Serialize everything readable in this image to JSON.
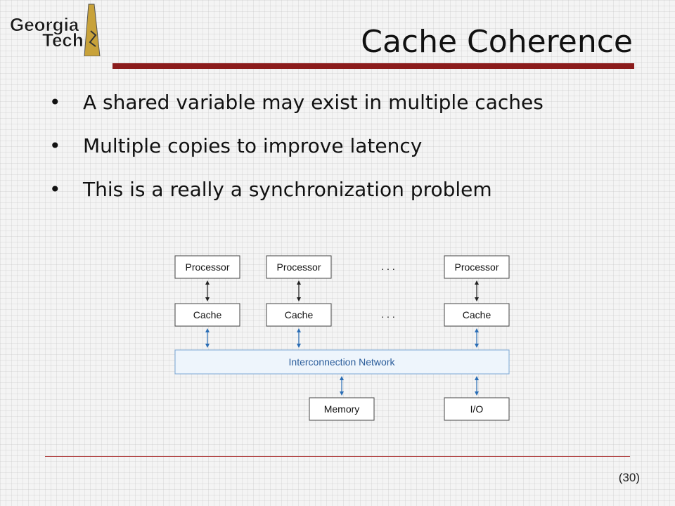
{
  "logo": {
    "line1": "Georgia",
    "line2": "Tech"
  },
  "slide": {
    "title": "Cache Coherence",
    "bullets": [
      "A shared variable may exist in multiple caches",
      "Multiple copies to improve latency",
      "This is a really a synchronization problem"
    ],
    "bullet_glyph": "•",
    "page_number": "(30)"
  },
  "diagram": {
    "processor_labels": [
      "Processor",
      "Processor",
      "Processor"
    ],
    "cache_labels": [
      "Cache",
      "Cache",
      "Cache"
    ],
    "ellipsis_top": ". . .",
    "ellipsis_mid": ". . .",
    "network_label": "Interconnection Network",
    "memory_label": "Memory",
    "io_label": "I/O"
  },
  "colors": {
    "title_rule": "#8b1c1c",
    "network_fill": "#eef5fc",
    "network_stroke": "#7aa6d4",
    "network_text": "#2a5c9a",
    "blue_arrow": "#2a6db5",
    "black_arrow": "#222222",
    "logo_gold": "#c8a23a"
  }
}
